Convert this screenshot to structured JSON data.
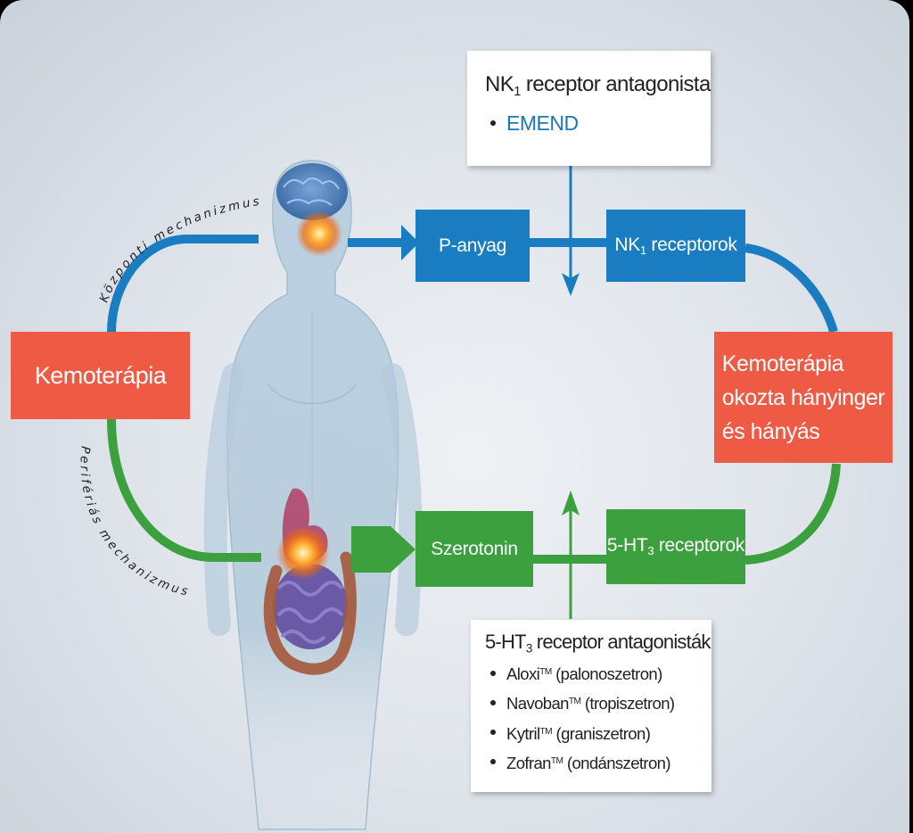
{
  "colors": {
    "central_path": "#1a7cc1",
    "peripheral_path": "#3ca03f",
    "chemo_box": "#ef5a45",
    "drug_name": "#1a78b8"
  },
  "boxes": {
    "chemo": "Kemoterápia",
    "substance_p": "P-anyag",
    "nk1_receptors": {
      "prefix": "NK",
      "sub": "1",
      "suffix": " receptorok"
    },
    "serotonin": "Szerotonin",
    "ht3_receptors": {
      "prefix": "5-HT",
      "sub": "3",
      "suffix": " receptorok"
    },
    "chemo_effect": [
      "Kemoterápia",
      "okozta hányinger",
      "és hányás"
    ]
  },
  "paths": {
    "central": "Központi mechanizmus",
    "peripheral": "Perifériás mechanizmus"
  },
  "nk1_antagonist": {
    "title": {
      "prefix": "NK",
      "sub": "1",
      "suffix": " receptor antagonista"
    },
    "drugs": [
      "EMEND"
    ]
  },
  "ht3_antagonists": {
    "title": {
      "prefix": "5-HT",
      "sub": "3",
      "suffix": " receptor antagonisták"
    },
    "drugs": [
      {
        "name": "Aloxi",
        "tm": "TM",
        "generic": " (palonoszetron)"
      },
      {
        "name": "Navoban",
        "tm": "TM",
        "generic": " (tropiszetron)"
      },
      {
        "name": "Kytril",
        "tm": "TM",
        "generic": " (graniszetron)"
      },
      {
        "name": "Zofran",
        "tm": "TM",
        "generic": " (ondánszetron)"
      }
    ]
  },
  "illustration": {
    "figure": "human-body-icon",
    "brain": "brain-icon",
    "gut": "digestive-tract-icon"
  }
}
